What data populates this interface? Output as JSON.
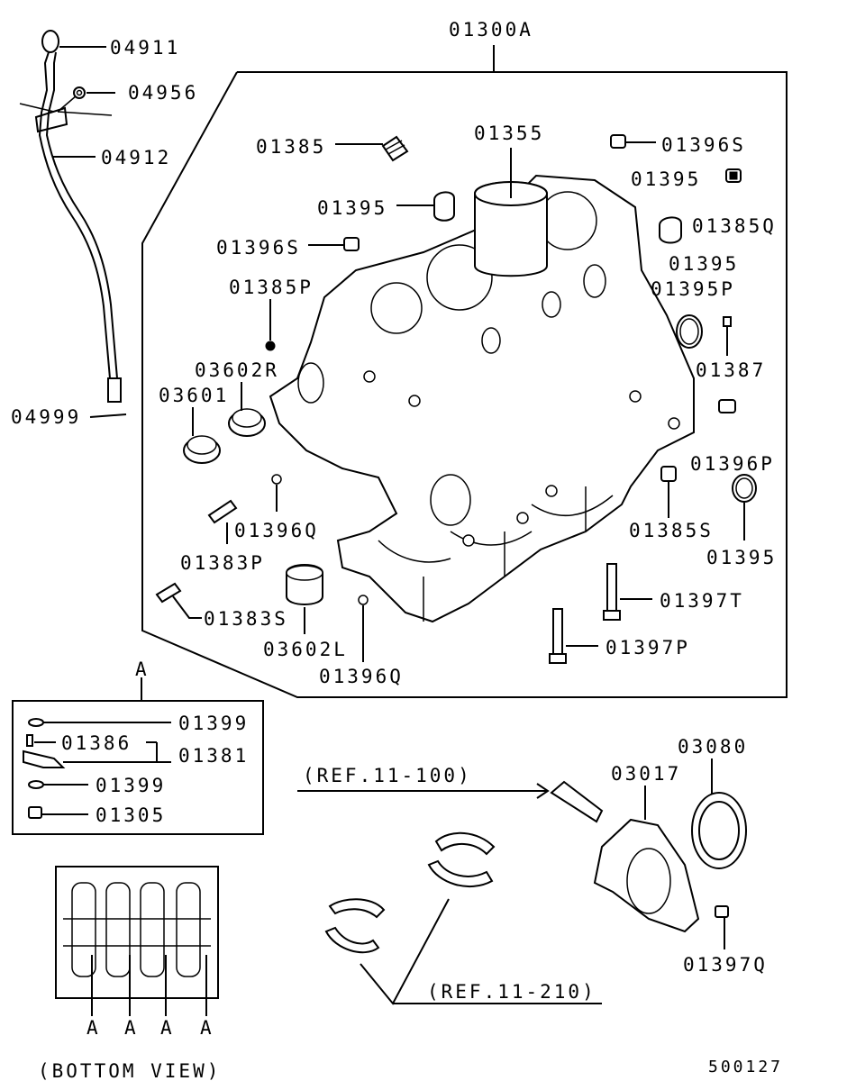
{
  "labels": {
    "top_assembly": "01300A",
    "dipstick_handle": "04911",
    "clip": "04956",
    "dipstick_tube": "04912",
    "tube_bottom": "04999",
    "plug_1385": "01385",
    "plug_1355": "01355",
    "cap_1396s_right": "01396S",
    "cap_1395_top": "01395",
    "cap_1395_right": "01395",
    "plug_1385q": "01385Q",
    "cap_1396s_left": "01396S",
    "cap_1395_rear": "01395",
    "cap_1395p": "01395P",
    "plug_1385p": "01385P",
    "pin_1387": "01387",
    "bushing_03602r": "03602R",
    "bushing_03601": "03601",
    "pin_1396p": "01396P",
    "plug_1385s": "01385S",
    "pin_1396q_upper": "01396Q",
    "cap_1395_low": "01395",
    "stud_1383p": "01383P",
    "bolt_1397t": "01397T",
    "stud_1383s": "01383S",
    "bolt_1397p": "01397P",
    "bushing_03602l": "03602L",
    "pin_1396q_lower": "01396Q",
    "detail_a": "A",
    "detail_1399_top": "01399",
    "detail_1386": "01386",
    "detail_1381": "01381",
    "detail_1399_bottom": "01399",
    "detail_1305": "01305",
    "seal_03080": "03080",
    "case_03017": "03017",
    "ref_11_100": "(REF.11-100)",
    "ref_11_210": "(REF.11-210)",
    "bolt_1397q": "01397Q",
    "bottom_view": "(BOTTOM VIEW)",
    "diagram_number": "500127",
    "bottom_a1": "A",
    "bottom_a2": "A",
    "bottom_a3": "A",
    "bottom_a4": "A"
  }
}
